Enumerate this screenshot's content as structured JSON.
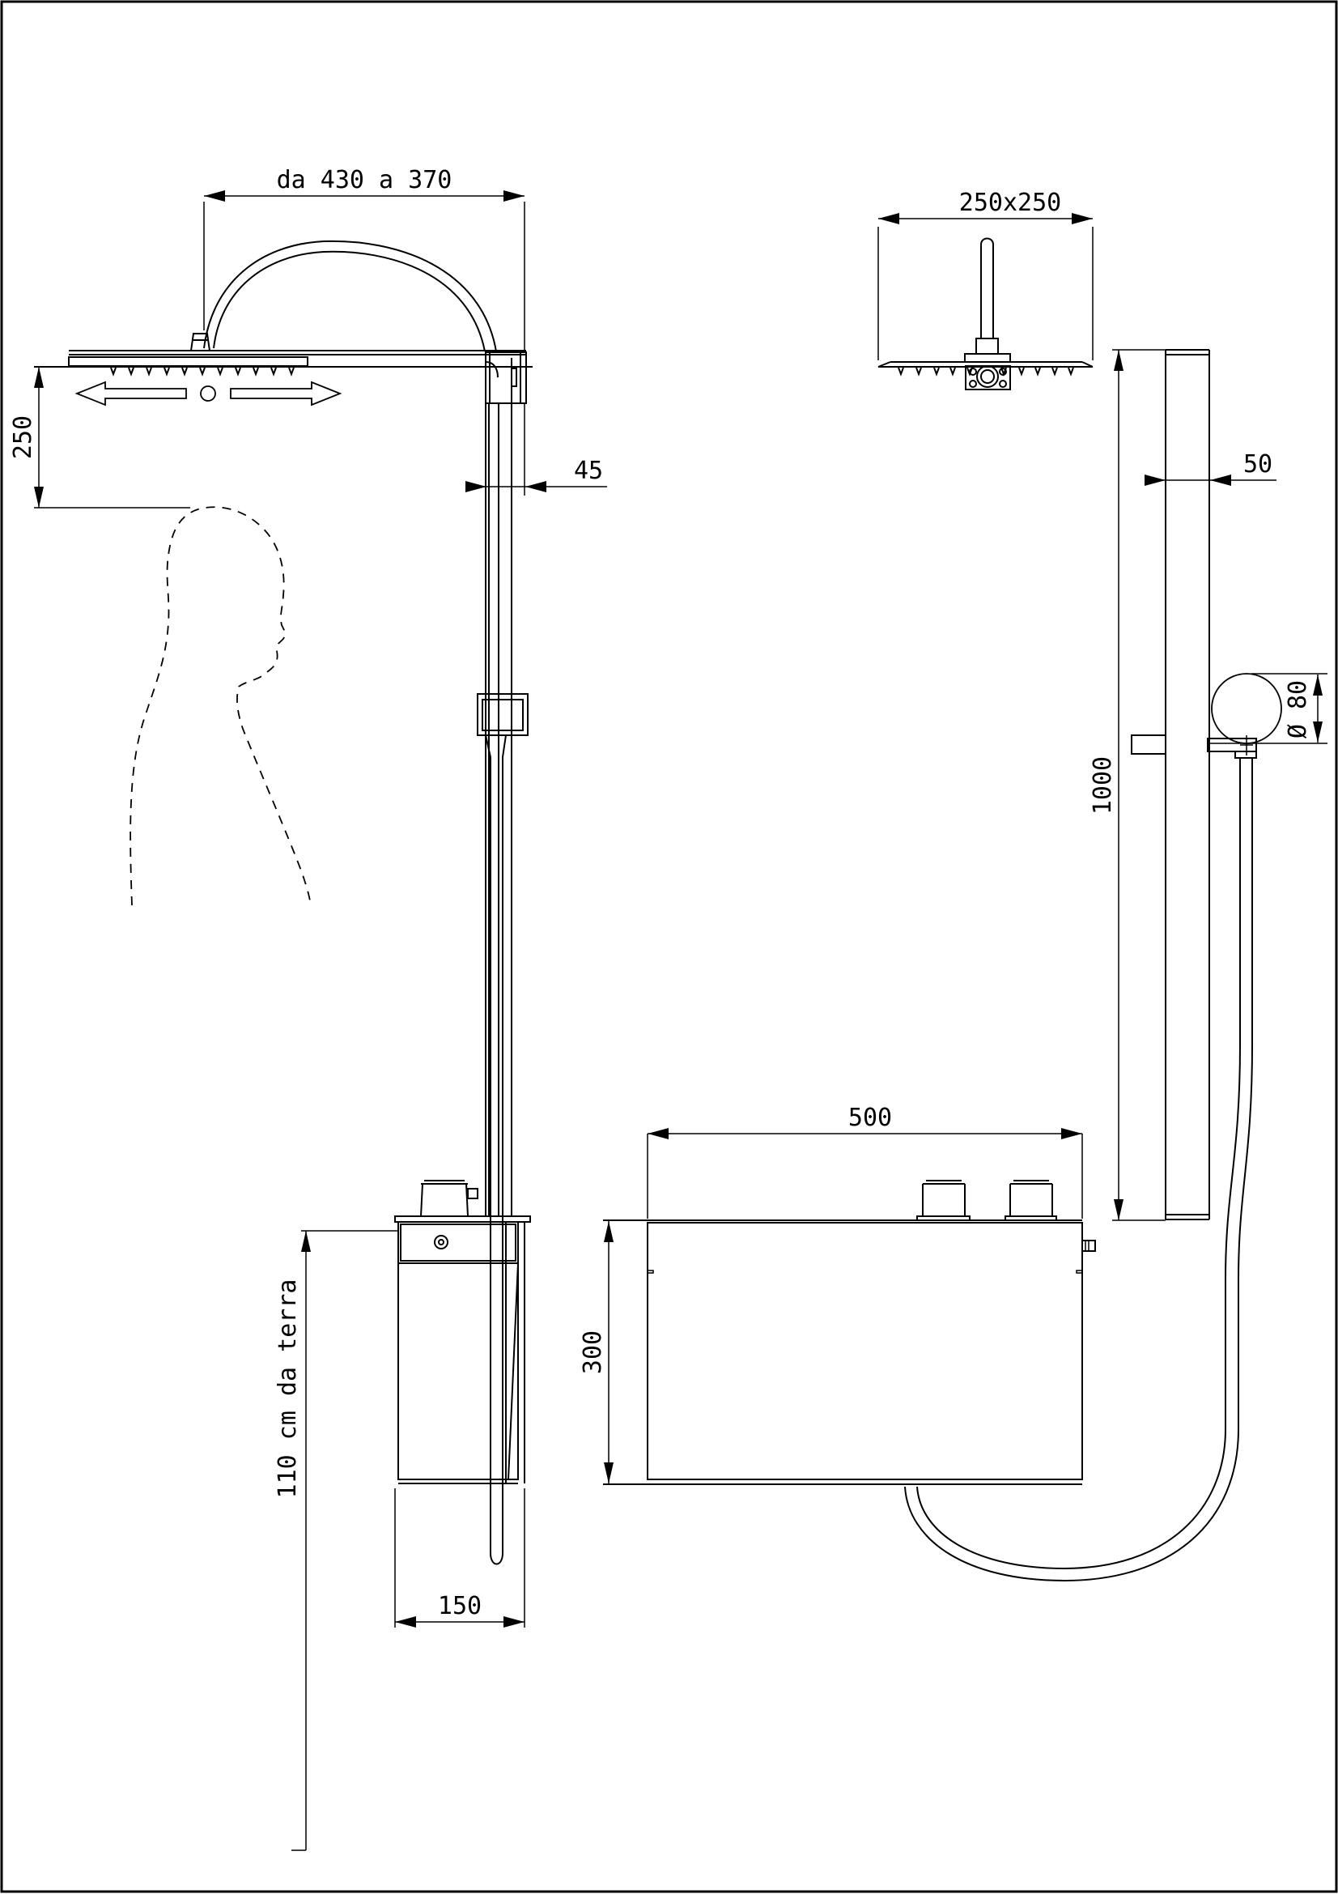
{
  "drawing": {
    "dimensions": {
      "arm_reach": "da 430 a 370",
      "head_size": "250x250",
      "head_clearance": "250",
      "column_depth": "45",
      "column_width": "50",
      "column_height": "1000",
      "handle_diameter": "Ø 80",
      "box_width": "500",
      "box_height": "300",
      "box_depth": "150",
      "install_height": "110 cm da terra"
    }
  }
}
